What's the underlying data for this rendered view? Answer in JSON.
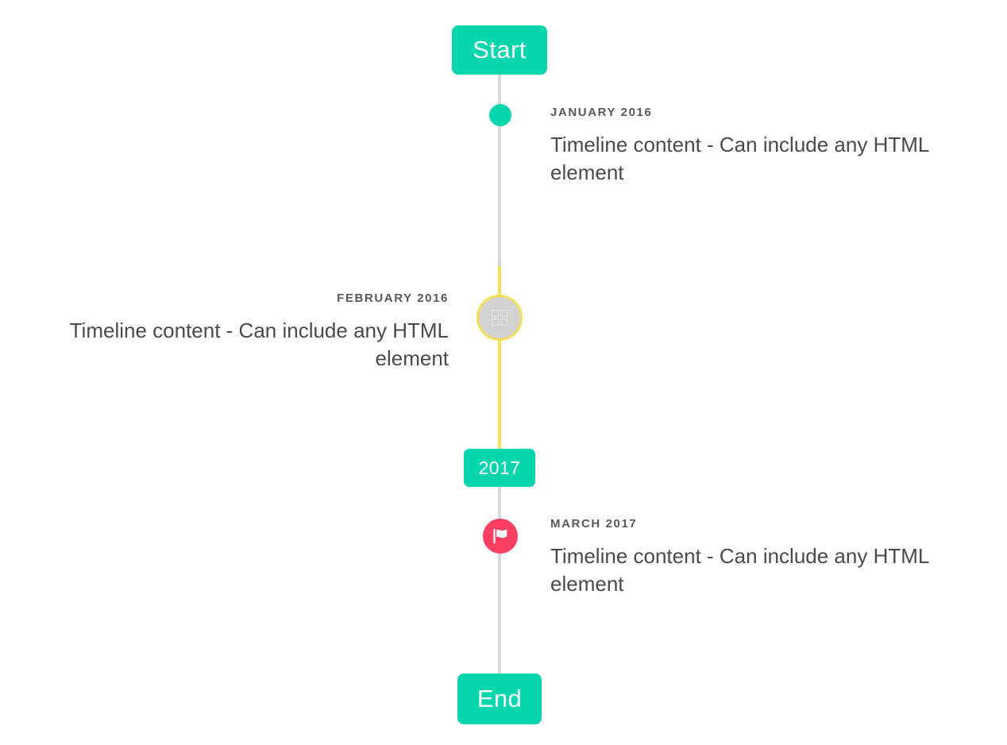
{
  "timeline": {
    "start_label": "Start",
    "end_label": "End",
    "year_marker_label": "2017",
    "colors": {
      "accent_green": "#05d6ae",
      "line_gray": "#d9d9d9",
      "line_yellow": "#f7df61",
      "marker_ring_border": "#f5dd55",
      "marker_ring_fill": "#d2d2d2",
      "marker_flag_bg": "#fc3f63",
      "date_text": "#585858",
      "body_text": "#4a4a4a"
    },
    "entries": [
      {
        "date": "JANUARY 2016",
        "body": "Timeline content - Can include any HTML element",
        "side": "right",
        "marker": "dot-icon"
      },
      {
        "date": "FEBRUARY 2016",
        "body": "Timeline content - Can include any HTML element",
        "side": "left",
        "marker": "missing-glyph-icon"
      },
      {
        "date": "MARCH 2017",
        "body": "Timeline content - Can include any HTML element",
        "side": "right",
        "marker": "flag-icon"
      }
    ]
  }
}
